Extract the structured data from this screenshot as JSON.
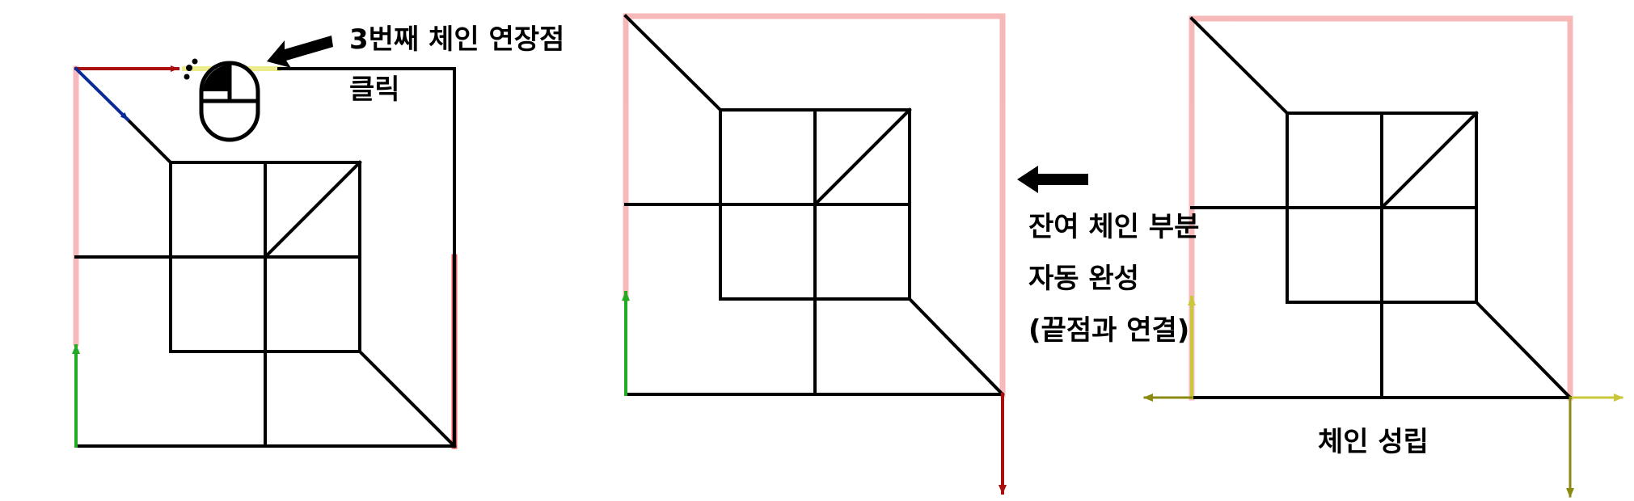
{
  "panels": [
    {
      "id": "panel-1",
      "labels": [
        "3번째 체인 연장점",
        "클릭"
      ]
    },
    {
      "id": "panel-2",
      "labels": [
        "잔여 체인 부분",
        "자동 완성",
        "(끝점과 연결)"
      ]
    },
    {
      "id": "panel-3",
      "labels": [
        "체인 성립"
      ]
    }
  ],
  "colors": {
    "line": "#000000",
    "chain_highlight": "#f28a8a",
    "chain_dashed": "#e62020",
    "arrow_red": "#aa0f0f",
    "arrow_blue": "#0a2a9a",
    "arrow_green": "#22aa22",
    "arrow_yellow": "#c8c83a",
    "arrow_olive": "#8a8a10"
  },
  "icons": [
    "mouse-click-icon",
    "pointer-arrow-icon"
  ]
}
